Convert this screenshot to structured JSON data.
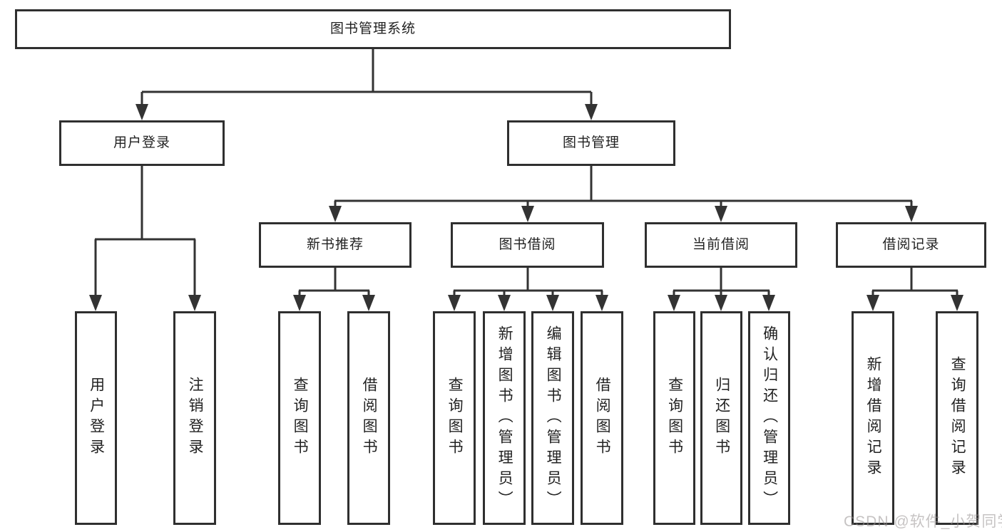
{
  "tree": {
    "label": "图书管理系统",
    "children": [
      {
        "label": "用户登录",
        "children": [
          {
            "label": "用户登录"
          },
          {
            "label": "注销登录"
          }
        ]
      },
      {
        "label": "图书管理",
        "children": [
          {
            "label": "新书推荐",
            "children": [
              {
                "label": "查询图书"
              },
              {
                "label": "借阅图书"
              }
            ]
          },
          {
            "label": "图书借阅",
            "children": [
              {
                "label": "查询图书"
              },
              {
                "label": "新增图书（管理员）"
              },
              {
                "label": "编辑图书（管理员）"
              },
              {
                "label": "借阅图书"
              }
            ]
          },
          {
            "label": "当前借阅",
            "children": [
              {
                "label": "查询图书"
              },
              {
                "label": "归还图书"
              },
              {
                "label": "确认归还（管理员）"
              }
            ]
          },
          {
            "label": "借阅记录",
            "children": [
              {
                "label": "新增借阅记录"
              },
              {
                "label": "查询借阅记录"
              }
            ]
          }
        ]
      }
    ]
  },
  "watermark": {
    "text": "CSDN @软件_小贺同学",
    "color": "#cfcaca"
  },
  "colors": {
    "background": "#ffffff",
    "box_border": "#2f2f2f",
    "connector": "#333333",
    "text": "#222222"
  }
}
